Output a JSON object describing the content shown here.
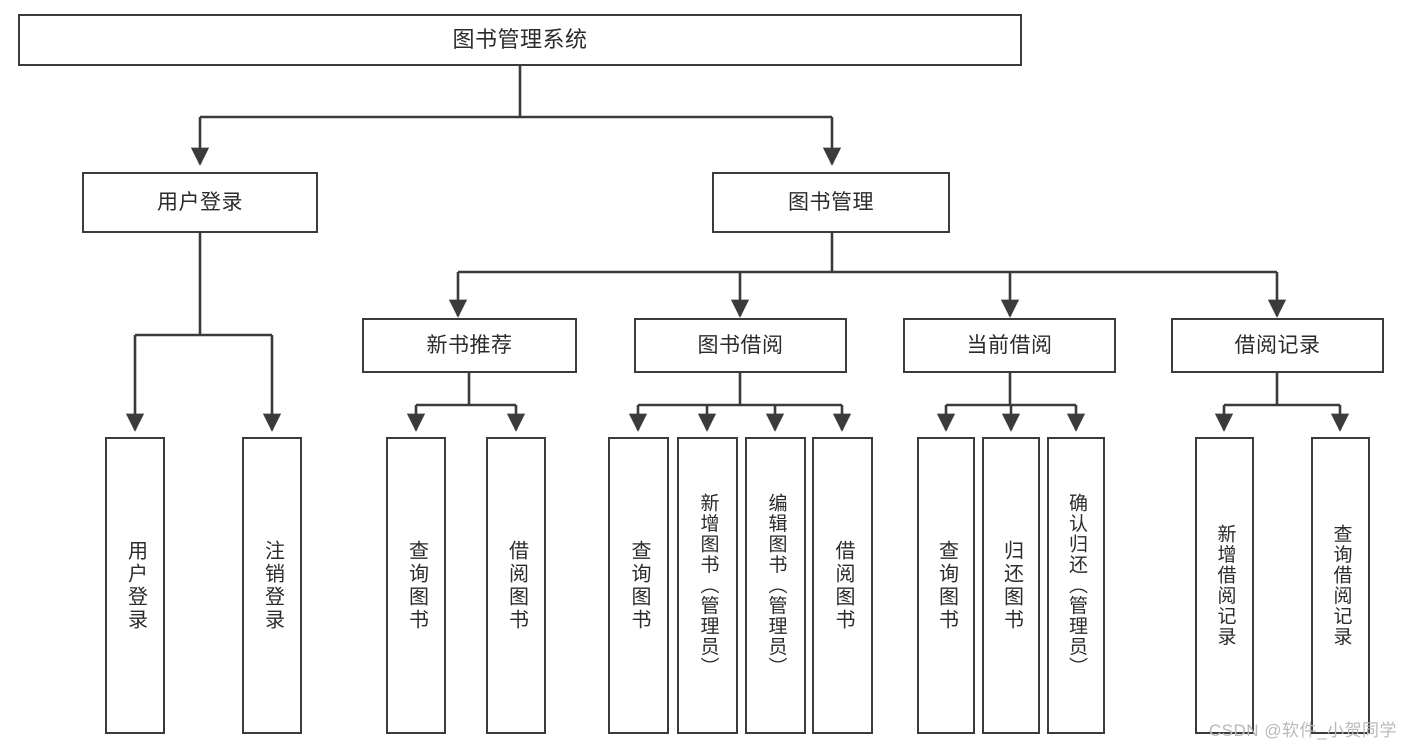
{
  "diagram": {
    "title": "图书管理系统",
    "type": "tree-hierarchy",
    "stroke_color": "#3b3b3b",
    "text_color": "#2b2b2b",
    "background_color": "#ffffff",
    "watermark": "CSDN @软件_小贺同学"
  },
  "nodes": {
    "root": {
      "label": "图书管理系统"
    },
    "level1": [
      {
        "label": "用户登录"
      },
      {
        "label": "图书管理"
      }
    ],
    "level2": [
      {
        "label": "新书推荐"
      },
      {
        "label": "图书借阅"
      },
      {
        "label": "当前借阅"
      },
      {
        "label": "借阅记录"
      }
    ],
    "leaves_user_login": [
      {
        "label": "用户登录"
      },
      {
        "label": "注销登录"
      }
    ],
    "leaves_new_book": [
      {
        "label": "查询图书"
      },
      {
        "label": "借阅图书"
      }
    ],
    "leaves_borrow": [
      {
        "label": "查询图书"
      },
      {
        "label": "新增图书（管理员）"
      },
      {
        "label": "编辑图书（管理员）"
      },
      {
        "label": "借阅图书"
      }
    ],
    "leaves_current": [
      {
        "label": "查询图书"
      },
      {
        "label": "归还图书"
      },
      {
        "label": "确认归还（管理员）"
      }
    ],
    "leaves_records": [
      {
        "label": "新增借阅记录"
      },
      {
        "label": "查询借阅记录"
      }
    ]
  },
  "edges": [
    {
      "from": "图书管理系统",
      "to": "用户登录"
    },
    {
      "from": "图书管理系统",
      "to": "图书管理"
    },
    {
      "from": "用户登录",
      "to": "用户登录"
    },
    {
      "from": "用户登录",
      "to": "注销登录"
    },
    {
      "from": "图书管理",
      "to": "新书推荐"
    },
    {
      "from": "图书管理",
      "to": "图书借阅"
    },
    {
      "from": "图书管理",
      "to": "当前借阅"
    },
    {
      "from": "图书管理",
      "to": "借阅记录"
    },
    {
      "from": "新书推荐",
      "to": "查询图书"
    },
    {
      "from": "新书推荐",
      "to": "借阅图书"
    },
    {
      "from": "图书借阅",
      "to": "查询图书"
    },
    {
      "from": "图书借阅",
      "to": "新增图书（管理员）"
    },
    {
      "from": "图书借阅",
      "to": "编辑图书（管理员）"
    },
    {
      "from": "图书借阅",
      "to": "借阅图书"
    },
    {
      "from": "当前借阅",
      "to": "查询图书"
    },
    {
      "from": "当前借阅",
      "to": "归还图书"
    },
    {
      "from": "当前借阅",
      "to": "确认归还（管理员）"
    },
    {
      "from": "借阅记录",
      "to": "新增借阅记录"
    },
    {
      "from": "借阅记录",
      "to": "查询借阅记录"
    }
  ]
}
